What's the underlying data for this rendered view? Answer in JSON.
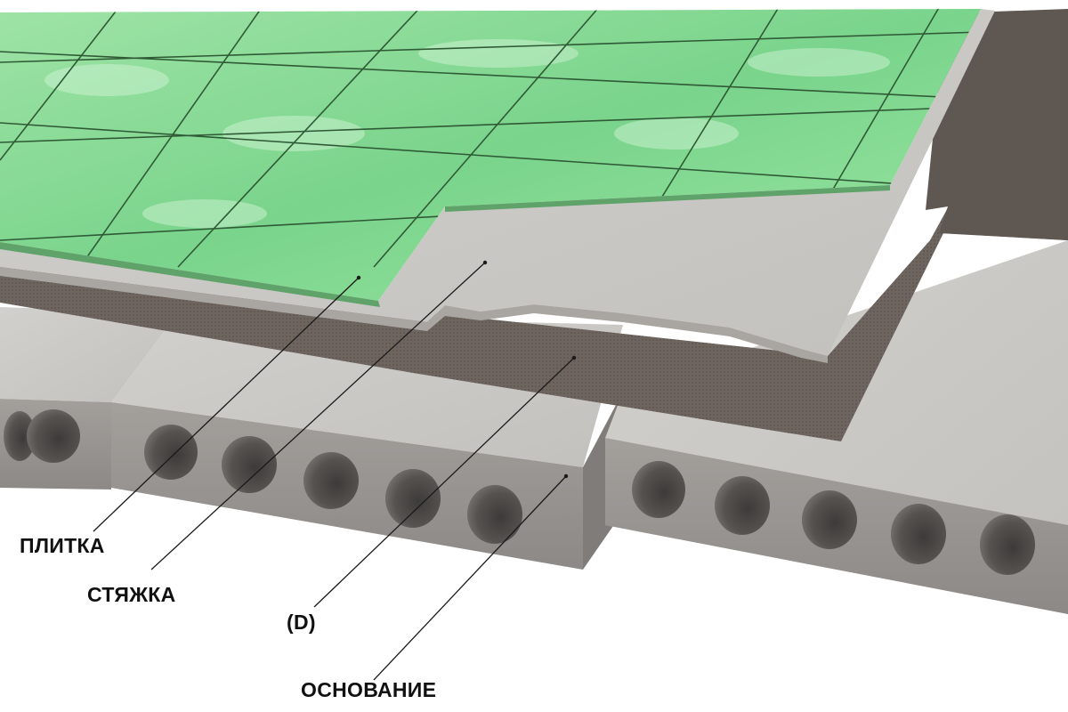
{
  "labels": {
    "tile": "ПЛИТКА",
    "screed": "СТЯЖКА",
    "membrane": "(D)",
    "base": "ОСНОВАНИЕ"
  },
  "colors": {
    "tile": "#7fd690",
    "tile_light": "#bdf0c4",
    "concrete": "#c9c7c3",
    "concrete_dark": "#8a8784",
    "membrane": "#6b625c",
    "grout": "#2f5a36",
    "leader": "#1a1a1a"
  }
}
